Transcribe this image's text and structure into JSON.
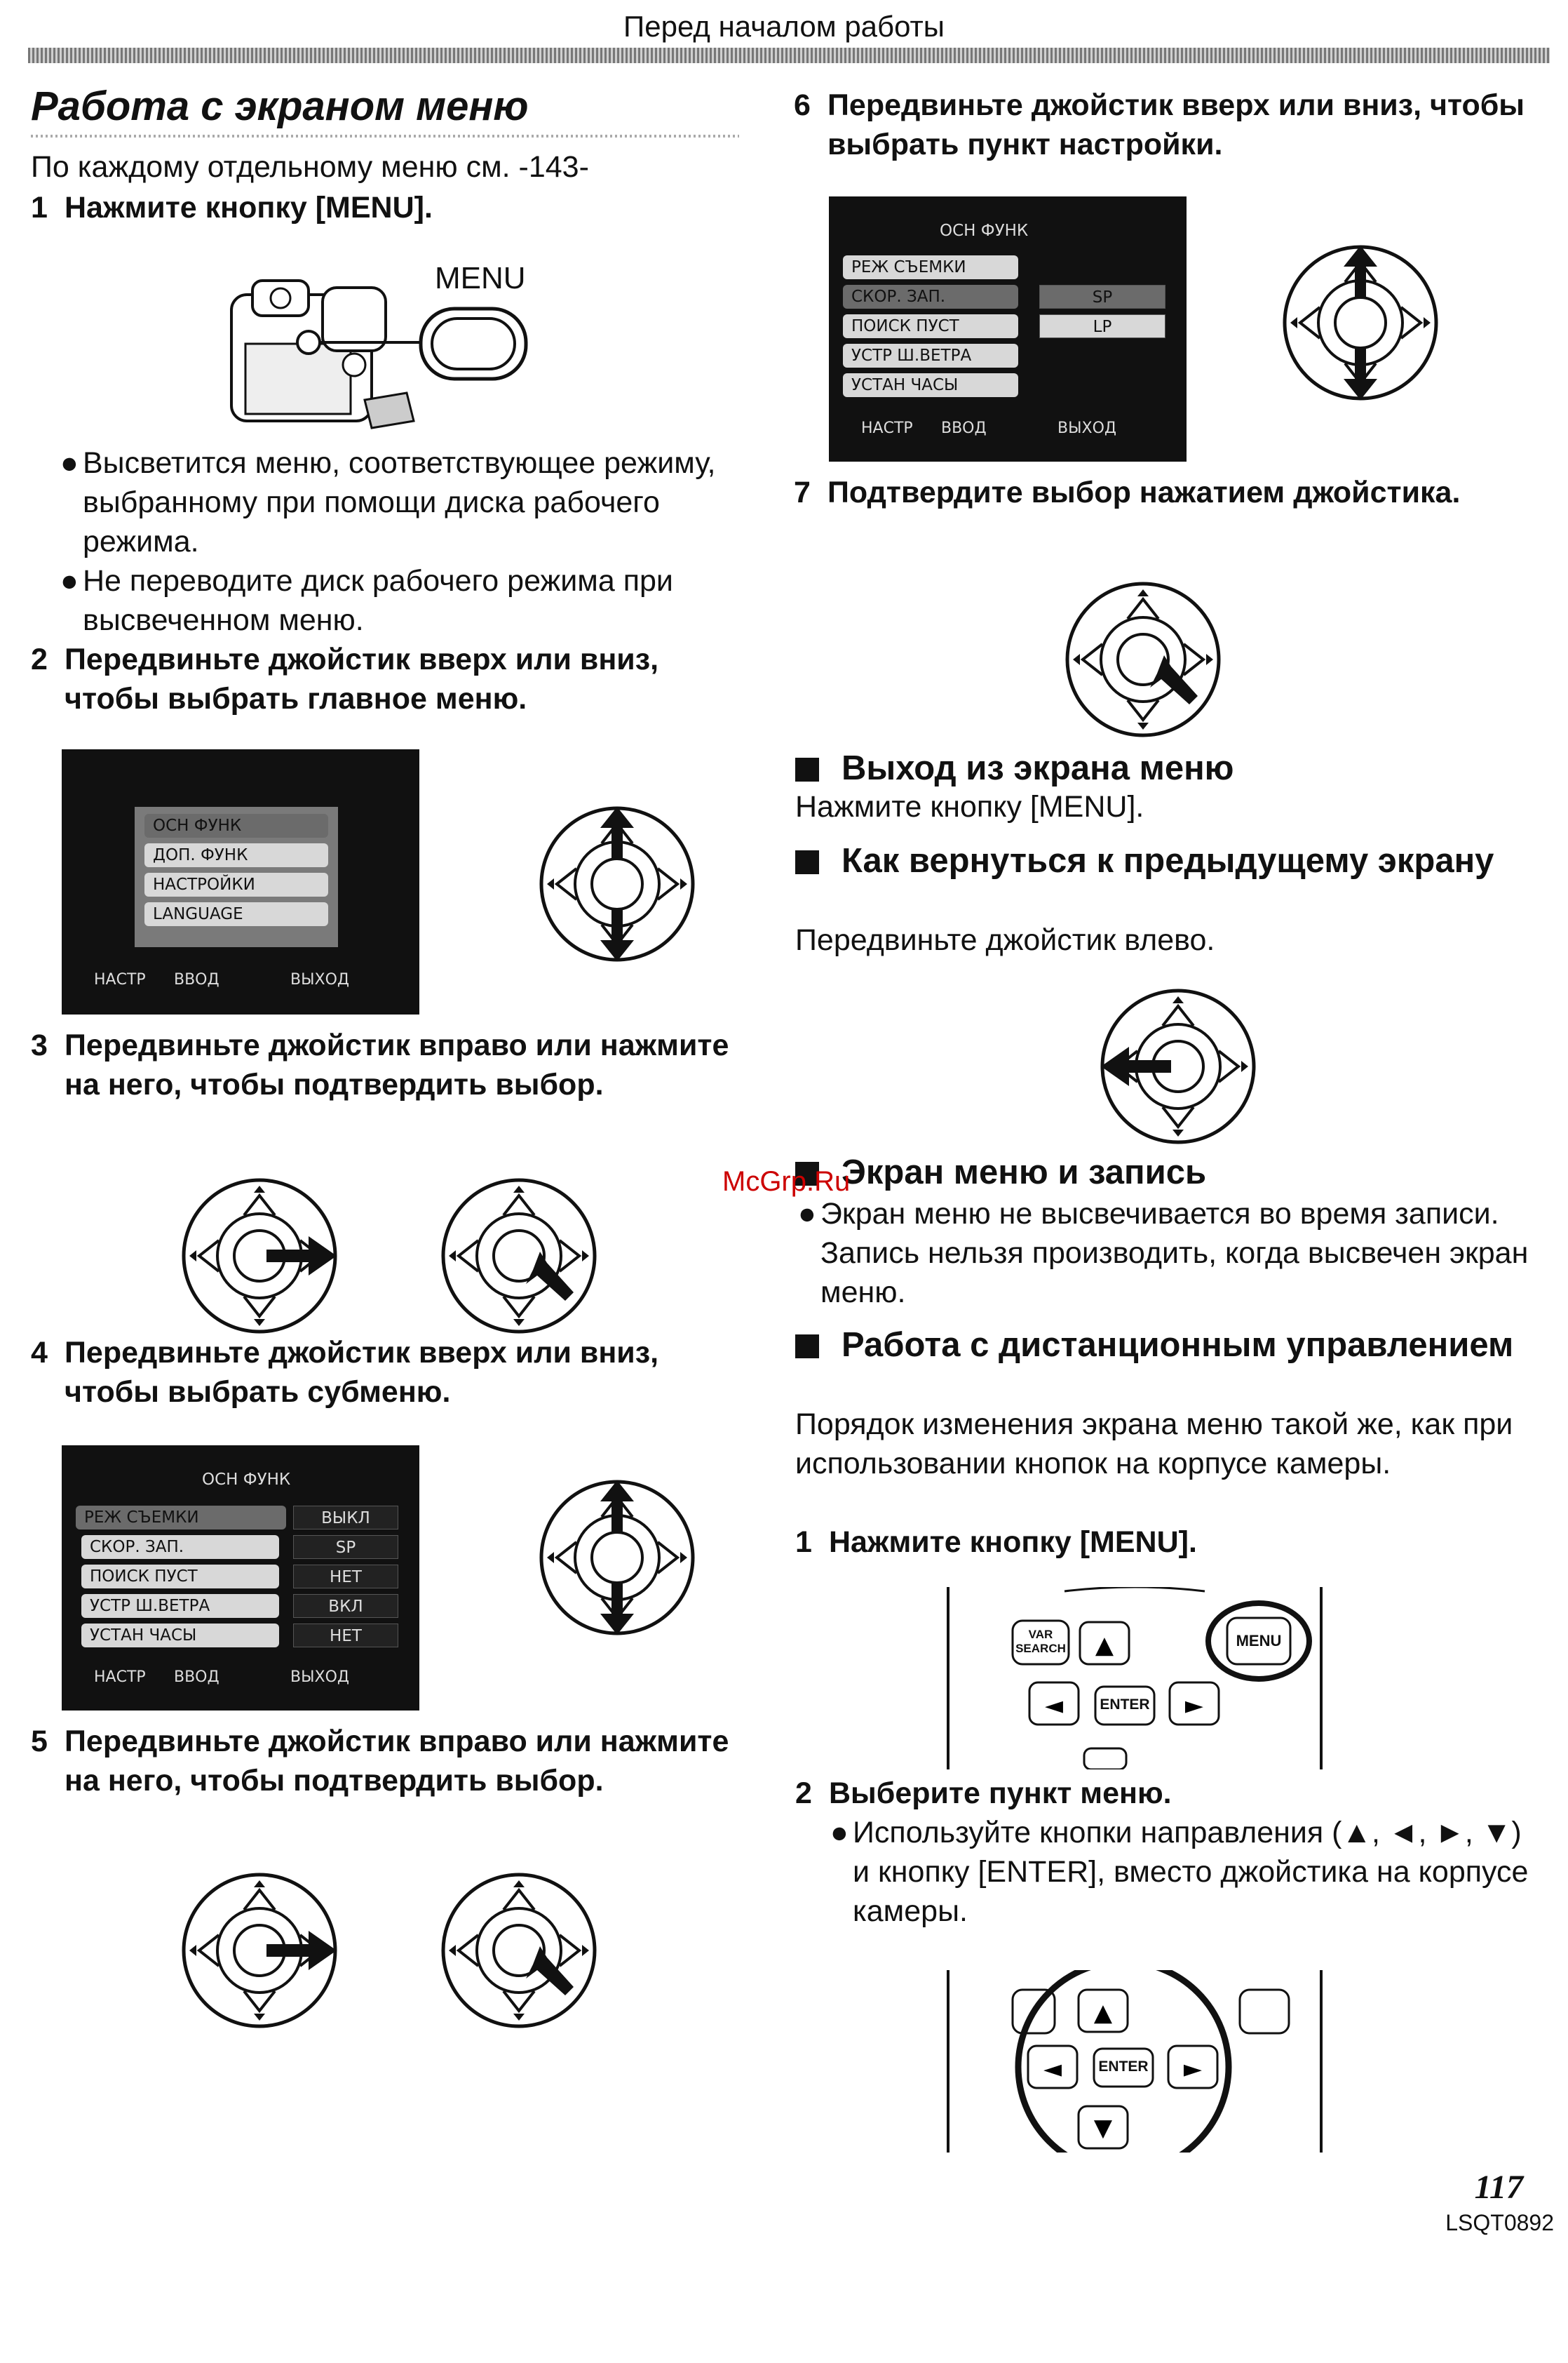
{
  "header": "Перед началом работы",
  "title": "Работа с экраном меню",
  "intro": "По каждому отдельному меню см. -143-",
  "step1": {
    "num": "1",
    "text": "Нажмите кнопку [MENU]."
  },
  "menu_label": "MENU",
  "bullets1": [
    "Высветится меню, соответствующее режиму, выбранному при помощи диска рабочего режима.",
    "Не переводите диск рабочего режима при высвеченном меню."
  ],
  "step2": {
    "num": "2",
    "text": "Передвиньте джойстик вверх или вниз, чтобы выбрать главное меню."
  },
  "screen1": {
    "items": [
      "ОСН ФУНК",
      "ДОП. ФУНК",
      "НАСТРОЙКИ",
      "LANGUAGE"
    ],
    "foot_left": "НАСТР",
    "foot_mid": "ВВОД",
    "foot_right": "ВЫХОД"
  },
  "step3": {
    "num": "3",
    "text": "Передвиньте джойстик вправо или нажмите на него, чтобы подтвердить выбор."
  },
  "step4": {
    "num": "4",
    "text": "Передвиньте джойстик вверх или вниз, чтобы выбрать субменю."
  },
  "screen2": {
    "title": "ОСН ФУНК",
    "items": [
      "РЕЖ СЪЕМКИ",
      "СКОР. ЗАП.",
      "ПОИСК ПУСТ",
      "УСТР Ш.ВЕТРА",
      "УСТАН ЧАСЫ"
    ],
    "values": [
      "ВЫКЛ",
      "SP",
      "НЕТ",
      "ВКЛ",
      "НЕТ"
    ],
    "foot_left": "НАСТР",
    "foot_mid": "ВВОД",
    "foot_right": "ВЫХОД"
  },
  "step5": {
    "num": "5",
    "text": "Передвиньте джойстик вправо или нажмите на него, чтобы подтвердить выбор."
  },
  "step6": {
    "num": "6",
    "text": "Передвиньте джойстик вверх или вниз, чтобы выбрать пункт настройки."
  },
  "screen3": {
    "title": "ОСН ФУНК",
    "items": [
      "РЕЖ СЪЕМКИ",
      "СКОР. ЗАП.",
      "ПОИСК ПУСТ",
      "УСТР Ш.ВЕТРА",
      "УСТАН ЧАСЫ"
    ],
    "options": [
      "SP",
      "LP"
    ],
    "foot_left": "НАСТР",
    "foot_mid": "ВВОД",
    "foot_right": "ВЫХОД"
  },
  "step7": {
    "num": "7",
    "text": "Подтвердите выбор нажатием джойстика."
  },
  "exit": {
    "heading": "Выход из экрана меню",
    "text": "Нажмите кнопку [MENU]."
  },
  "back": {
    "heading": "Как вернуться к предыдущему экрану",
    "text": "Передвиньте джойстик влево."
  },
  "record": {
    "heading": "Экран меню и запись",
    "bullet": "Экран меню не высвечивается во время записи. Запись нельзя производить, когда высвечен экран меню."
  },
  "remote": {
    "heading": "Работа с дистанционным управлением",
    "text": "Порядок изменения экрана меню такой же, как при использовании кнопок на корпусе камеры.",
    "step1": {
      "num": "1",
      "text": "Нажмите кнопку [MENU]."
    },
    "step2": {
      "num": "2",
      "text": "Выберите пункт меню."
    },
    "bullet": "Используйте кнопки направления (▲, ◄, ►, ▼) и кнопку [ENTER], вместо джойстика на корпусе камеры.",
    "btn_var": "VAR SEARCH",
    "btn_menu": "MENU",
    "btn_enter": "ENTER"
  },
  "watermark": "McGrp.Ru",
  "page_number": "117",
  "code": "LSQT0892"
}
